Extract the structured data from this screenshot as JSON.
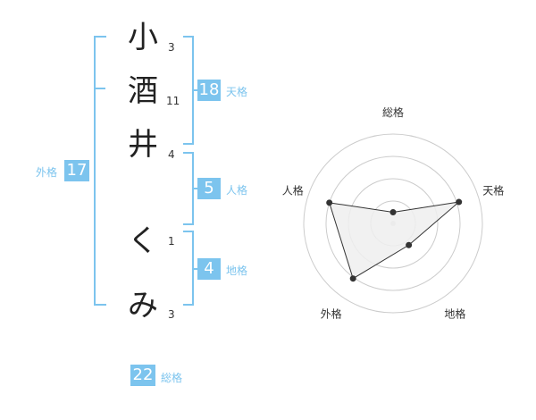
{
  "name_chars": [
    {
      "char": "小",
      "strokes": "3"
    },
    {
      "char": "酒",
      "strokes": "11"
    },
    {
      "char": "井",
      "strokes": "4"
    },
    {
      "char": "く",
      "strokes": "1"
    },
    {
      "char": "み",
      "strokes": "3"
    }
  ],
  "fortunes": {
    "tenkaku": {
      "value": "18",
      "label": "天格"
    },
    "jinkaku": {
      "value": "5",
      "label": "人格"
    },
    "chikaku": {
      "value": "4",
      "label": "地格"
    },
    "gaikaku": {
      "value": "17",
      "label": "外格"
    },
    "soukaku": {
      "value": "22",
      "label": "総格"
    }
  },
  "chart_data": {
    "type": "radar",
    "axes": [
      "総格",
      "天格",
      "地格",
      "外格",
      "人格"
    ],
    "max": 4,
    "rings": 4,
    "values": [
      0.5,
      3.1,
      1.2,
      3.05,
      3.0
    ],
    "colors": {
      "fill": "#efefef",
      "line": "#333333",
      "grid": "#cccccc",
      "accent": "#7cc4ee"
    }
  }
}
